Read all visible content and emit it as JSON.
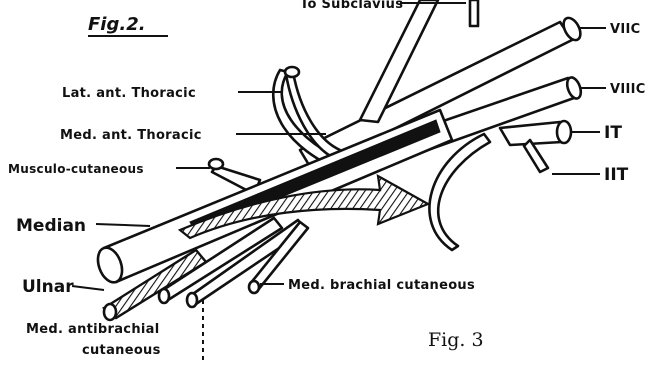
{
  "figure": {
    "fig2_label": "Fig.2.",
    "fig3_label": "Fig. 3"
  },
  "labels": {
    "to_subclavius": "To Subclavius",
    "viiic_upper": "VIIC",
    "viiic_lower": "VIIIC",
    "it": "IT",
    "iit": "IIT",
    "lat_ant_thoracic": "Lat. ant. Thoracic",
    "med_ant_thoracic": "Med. ant. Thoracic",
    "musculo_cutaneous": "Musculo-cutaneous",
    "median": "Median",
    "ulnar": "Ulnar",
    "med_antibrachial_line1": "Med. antibrachial",
    "med_antibrachial_line2": "cutaneous",
    "med_brachial_cutaneous": "Med. brachial cutaneous"
  },
  "colors": {
    "ink": "#111111",
    "paper": "#ffffff"
  }
}
